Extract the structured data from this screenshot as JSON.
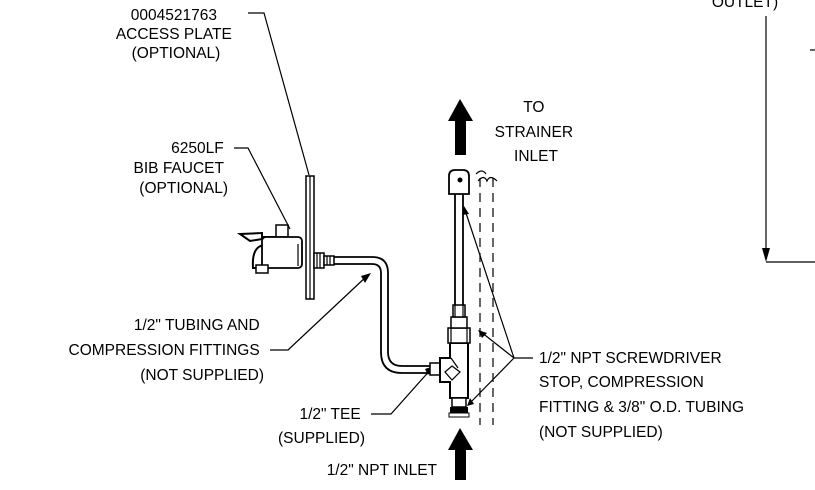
{
  "labels": {
    "top_right": [
      "OUTLET)"
    ],
    "access_plate": [
      "0004521763",
      "ACCESS PLATE",
      "(OPTIONAL)"
    ],
    "to_strainer": [
      "TO",
      "STRAINER",
      "INLET"
    ],
    "bib_faucet": [
      "6250LF",
      "BIB FAUCET",
      "(OPTIONAL)"
    ],
    "tubing": [
      "1/2\" TUBING AND",
      "COMPRESSION FITTINGS",
      "(NOT SUPPLIED)"
    ],
    "screwdriver_stop": [
      "1/2\" NPT SCREWDRIVER",
      "STOP, COMPRESSION",
      "FITTING & 3/8\" O.D. TUBING",
      "(NOT SUPPLIED)"
    ],
    "tee": [
      "1/2\" TEE",
      "(SUPPLIED)"
    ],
    "npt_inlet": [
      "1/2\" NPT INLET"
    ]
  },
  "colors": {
    "line": "#000000",
    "background": "#ffffff"
  }
}
